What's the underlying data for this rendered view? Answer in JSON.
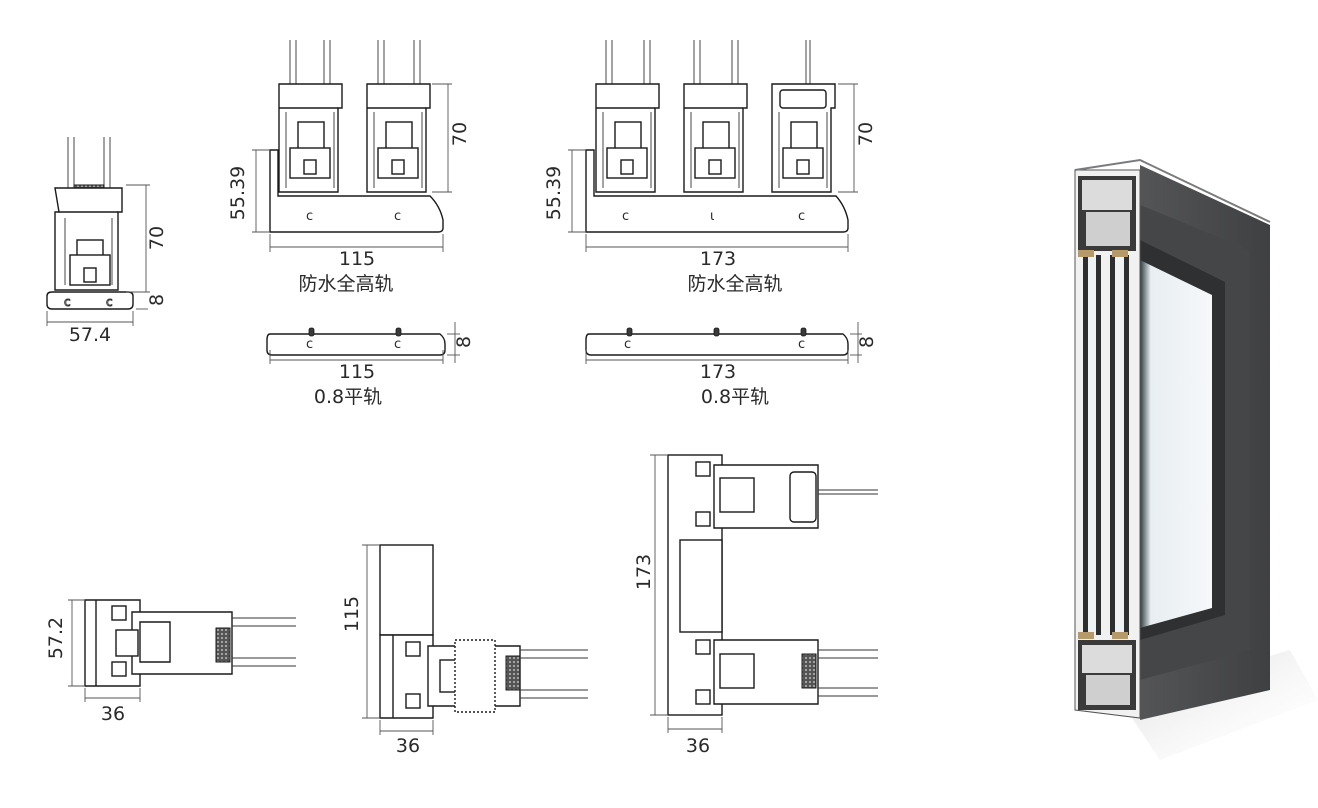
{
  "dimensions": {
    "single_height": "70",
    "single_track_thickness": "8",
    "single_width": "57.4",
    "track2_height": "55.39",
    "track2_sash_height": "70",
    "track2_width": "115",
    "track2_flat_thickness": "8",
    "track2_flat_width": "115",
    "track3_height": "55.39",
    "track3_sash_height": "70",
    "track3_width": "173",
    "track3_flat_thickness": "8",
    "track3_flat_width": "173",
    "side_a_height": "57.2",
    "side_a_width": "36",
    "side_b_height": "115",
    "side_b_width": "36",
    "side_c_height": "173",
    "side_c_width": "36"
  },
  "captions": {
    "track2_full": "防水全高轨",
    "track3_full": "防水全高轨",
    "track2_flat": "0.8平轨",
    "track3_flat": "0.8平轨"
  },
  "colors": {
    "line": "#1a1a1a",
    "frame_metal": "#4a4b4d",
    "frame_dark": "#2e2f31",
    "glass": "#e9eef2",
    "gasket": "#3a3a3a"
  }
}
